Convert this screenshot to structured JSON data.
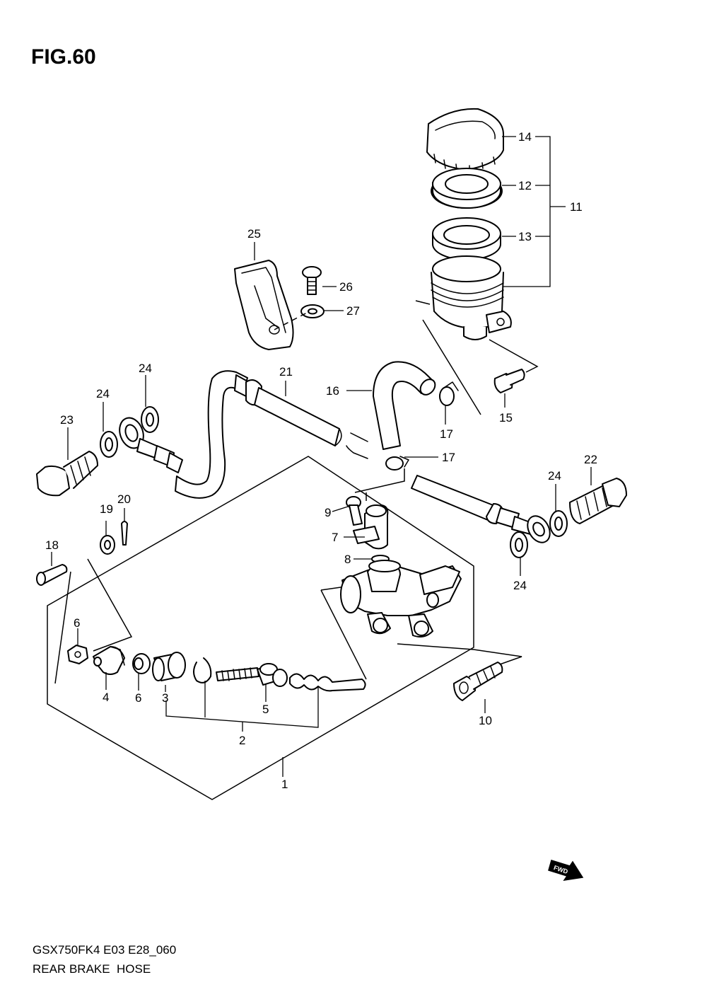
{
  "figure": {
    "title": "FIG.60"
  },
  "footer": {
    "model_code": "GSX750FK4 E03 E28_060",
    "caption": "REAR BRAKE  HOSE"
  },
  "fwd_label": "FWD",
  "callouts": {
    "p1": "1",
    "p2": "2",
    "p3": "3",
    "p4": "4",
    "p5": "5",
    "p6a": "6",
    "p6b": "6",
    "p7": "7",
    "p8": "8",
    "p9": "9",
    "p10": "10",
    "p11": "11",
    "p12": "12",
    "p13": "13",
    "p14": "14",
    "p15": "15",
    "p16": "16",
    "p17a": "17",
    "p17b": "17",
    "p18": "18",
    "p19": "19",
    "p20": "20",
    "p21": "21",
    "p22": "22",
    "p23": "23",
    "p24a": "24",
    "p24b": "24",
    "p24c": "24",
    "p24d": "24",
    "p25": "25",
    "p26": "26",
    "p27": "27"
  }
}
